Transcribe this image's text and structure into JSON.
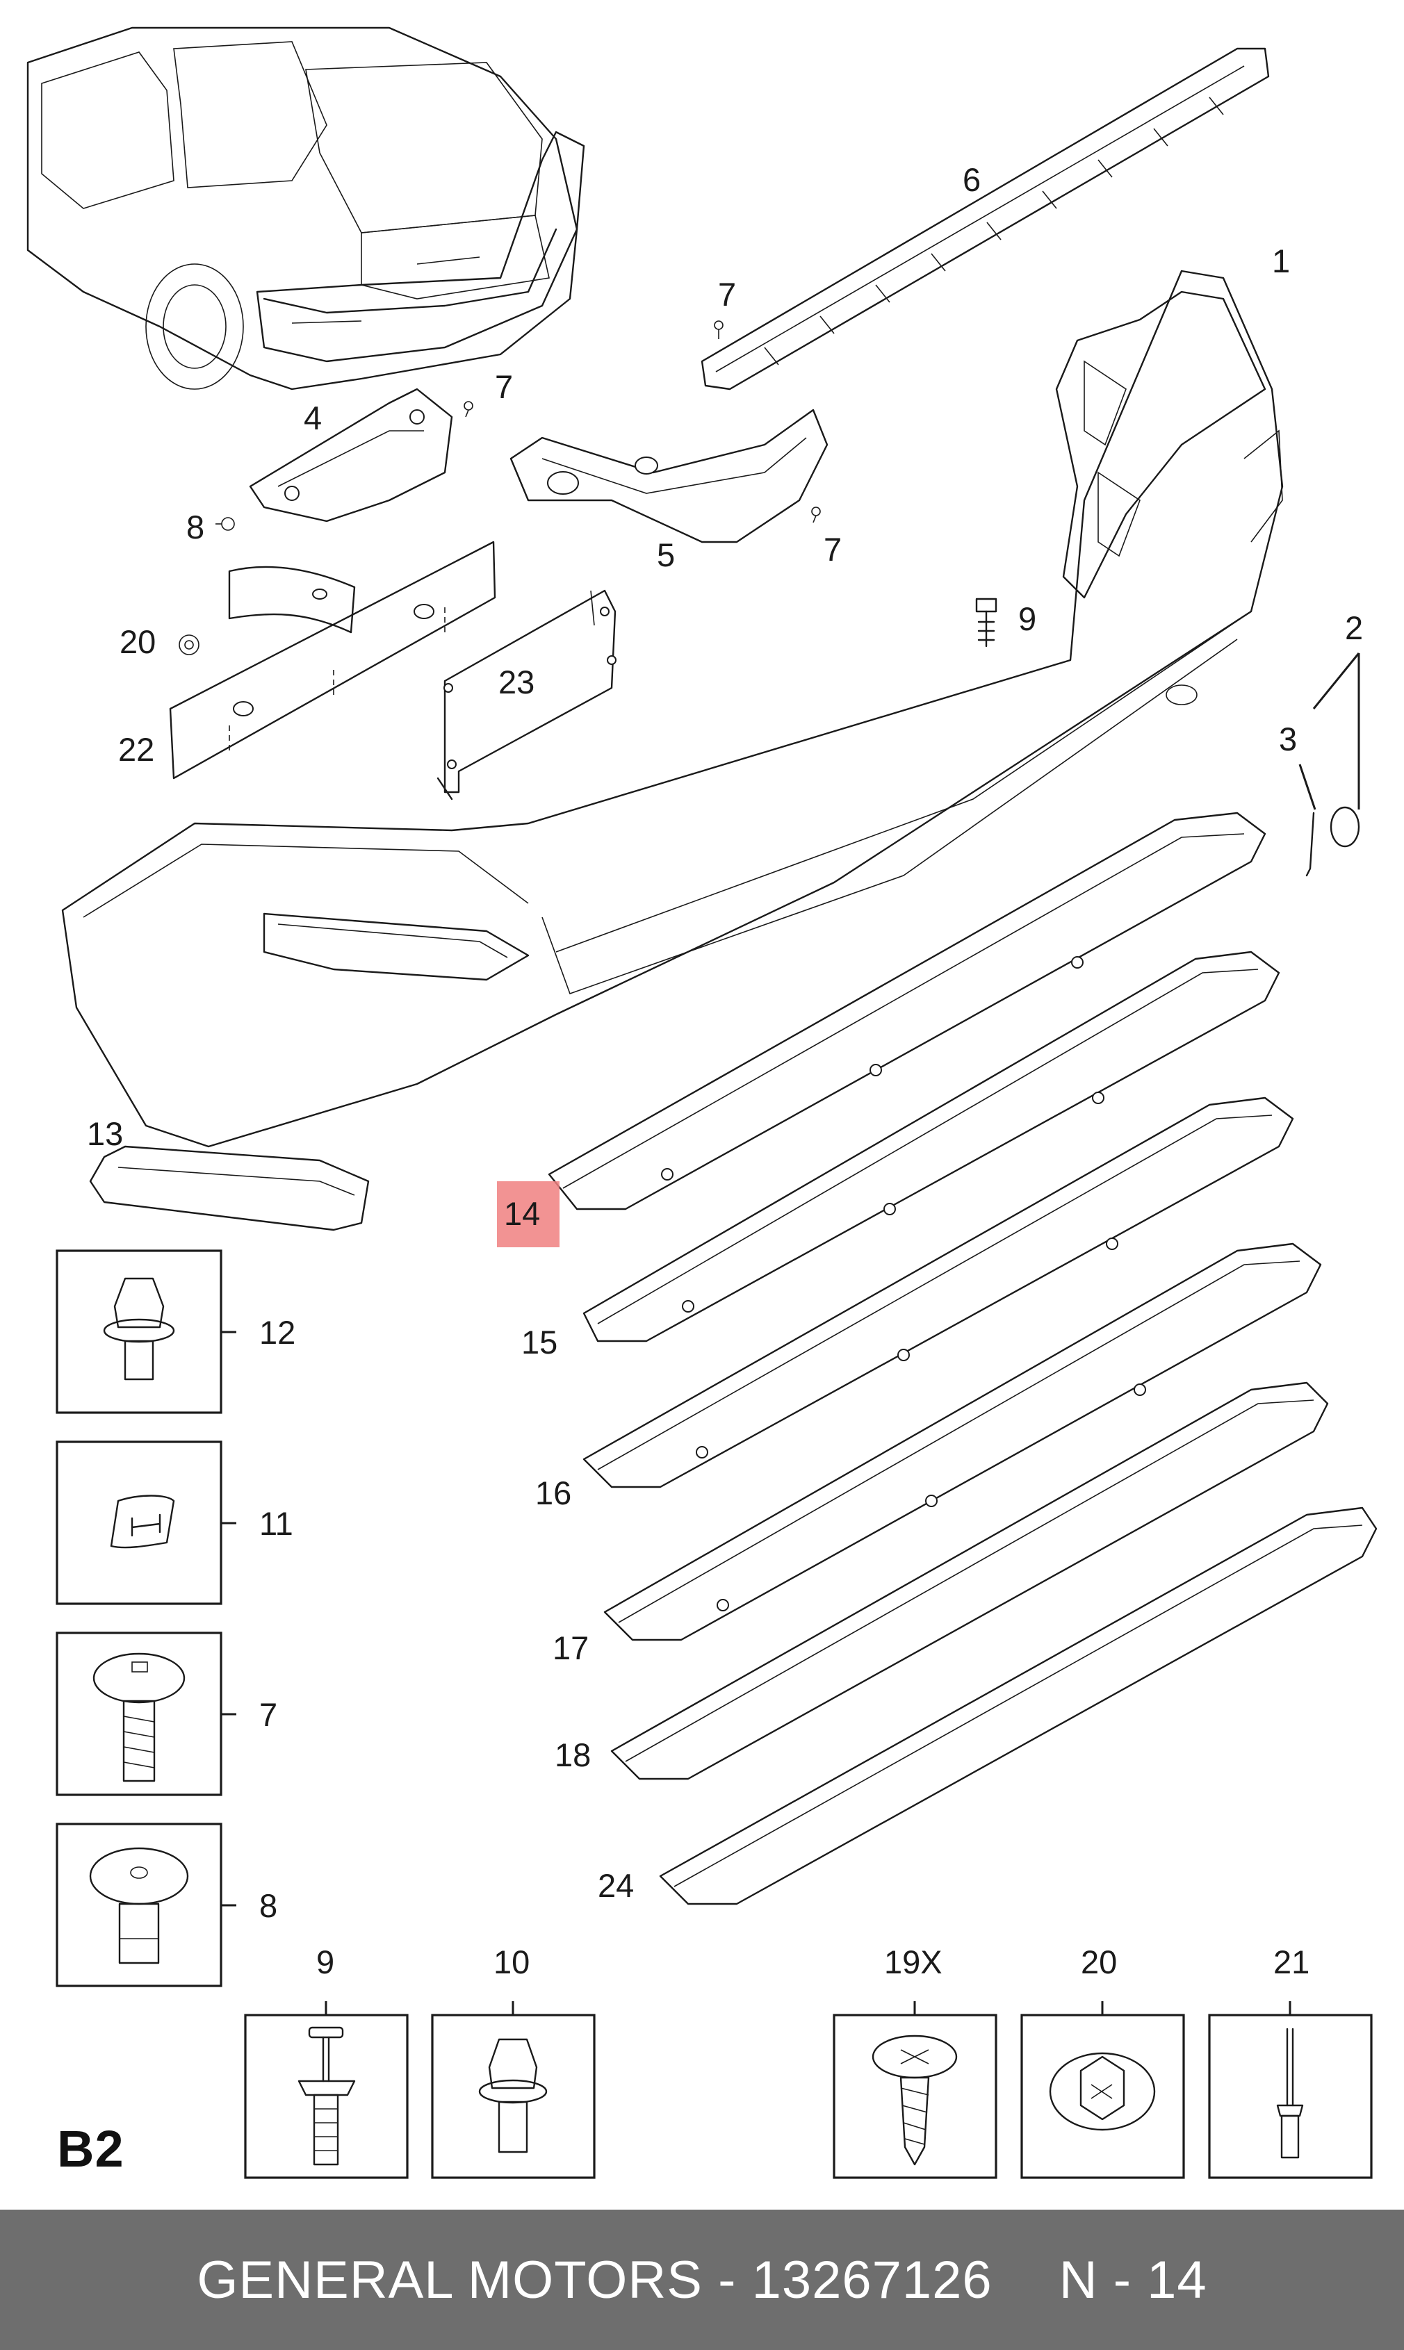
{
  "diagram": {
    "section_label": "B2",
    "callouts": {
      "c1": "1",
      "c2": "2",
      "c3": "3",
      "c4": "4",
      "c5": "5",
      "c6": "6",
      "c7a": "7",
      "c7b": "7",
      "c7c": "7",
      "c8": "8",
      "c9": "9",
      "c13": "13",
      "c14": "14",
      "c15": "15",
      "c16": "16",
      "c17": "17",
      "c18": "18",
      "c20": "20",
      "c22": "22",
      "c23": "23",
      "c24": "24"
    },
    "inset_boxes": {
      "b12": "12",
      "b11": "11",
      "b7": "7",
      "b8": "8",
      "b9": "9",
      "b10": "10",
      "b19": "19X",
      "b20": "20",
      "b21": "21"
    },
    "highlighted_callout": "14",
    "highlight_color": "#f08080"
  },
  "footer": {
    "brand": "GENERAL MOTORS",
    "separator": "-",
    "part_number": "13267126",
    "position_label": "N - 14",
    "background_color": "#6e6e6e",
    "text_color": "#ffffff"
  }
}
